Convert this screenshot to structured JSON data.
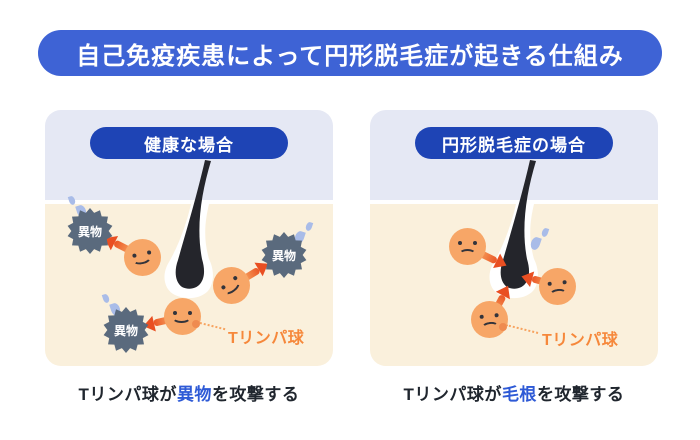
{
  "banner": {
    "title": "自己免疫疾患によって円形脱毛症が起きる仕組み"
  },
  "panels": [
    {
      "header": "健康な場合",
      "bursts": [
        "異物",
        "異物",
        "異物"
      ],
      "cell_label": "Tリンパ球",
      "caption": {
        "prefix": "Tリンパ球が",
        "keyword": "異物",
        "suffix": "を攻撃する"
      }
    },
    {
      "header": "円形脱毛症の場合",
      "cell_label": "Tリンパ球",
      "caption": {
        "prefix": "Tリンパ球が",
        "keyword": "毛根",
        "suffix": "を攻撃する"
      }
    }
  ],
  "colors": {
    "banner_blue": "#3E63D5",
    "pill_blue": "#1E44B5",
    "keyword_blue": "#2E5AD6",
    "cell_orange": "#F7A667",
    "arrow_orange": "#EB5726",
    "burst_gray": "#5A6A7D",
    "label_orange": "#F6883B",
    "sky_lavender": "#E5E8F4",
    "skin_cream": "#FAF0DC",
    "sweat_blue": "#A9BCE8",
    "hair_black": "#24252B"
  }
}
